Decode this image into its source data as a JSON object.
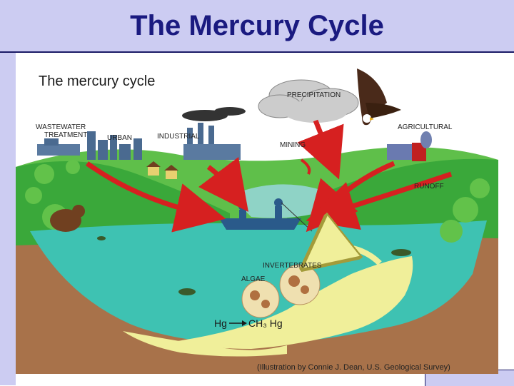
{
  "slide": {
    "title": "The Mercury Cycle"
  },
  "figure": {
    "title": "The mercury cycle",
    "labels": {
      "precipitation": "PRECIPITATION",
      "wastewater": "WASTEWATER",
      "treatment": "TREATMENT",
      "urban": "URBAN",
      "industrial": "INDUSTRIAL",
      "mining": "MINING",
      "agricultural": "AGRICULTURAL",
      "runoff": "RUNOFF",
      "invertebrates": "INVERTEBRATES",
      "algae": "ALGAE",
      "hg": "Hg",
      "ch3hg": "CH₃ Hg"
    },
    "credit": "(Illustration by Connie J. Dean, U.S. Geological Survey)"
  },
  "colors": {
    "title_bar": "#ccccf2",
    "title_text": "#1a1a80",
    "sky": "#ffffff",
    "hills": "#3aa83a",
    "water": "#3ec2b2",
    "sediment": "#f0ef9a",
    "soil": "#a8724a",
    "arrows": "#d62020"
  }
}
